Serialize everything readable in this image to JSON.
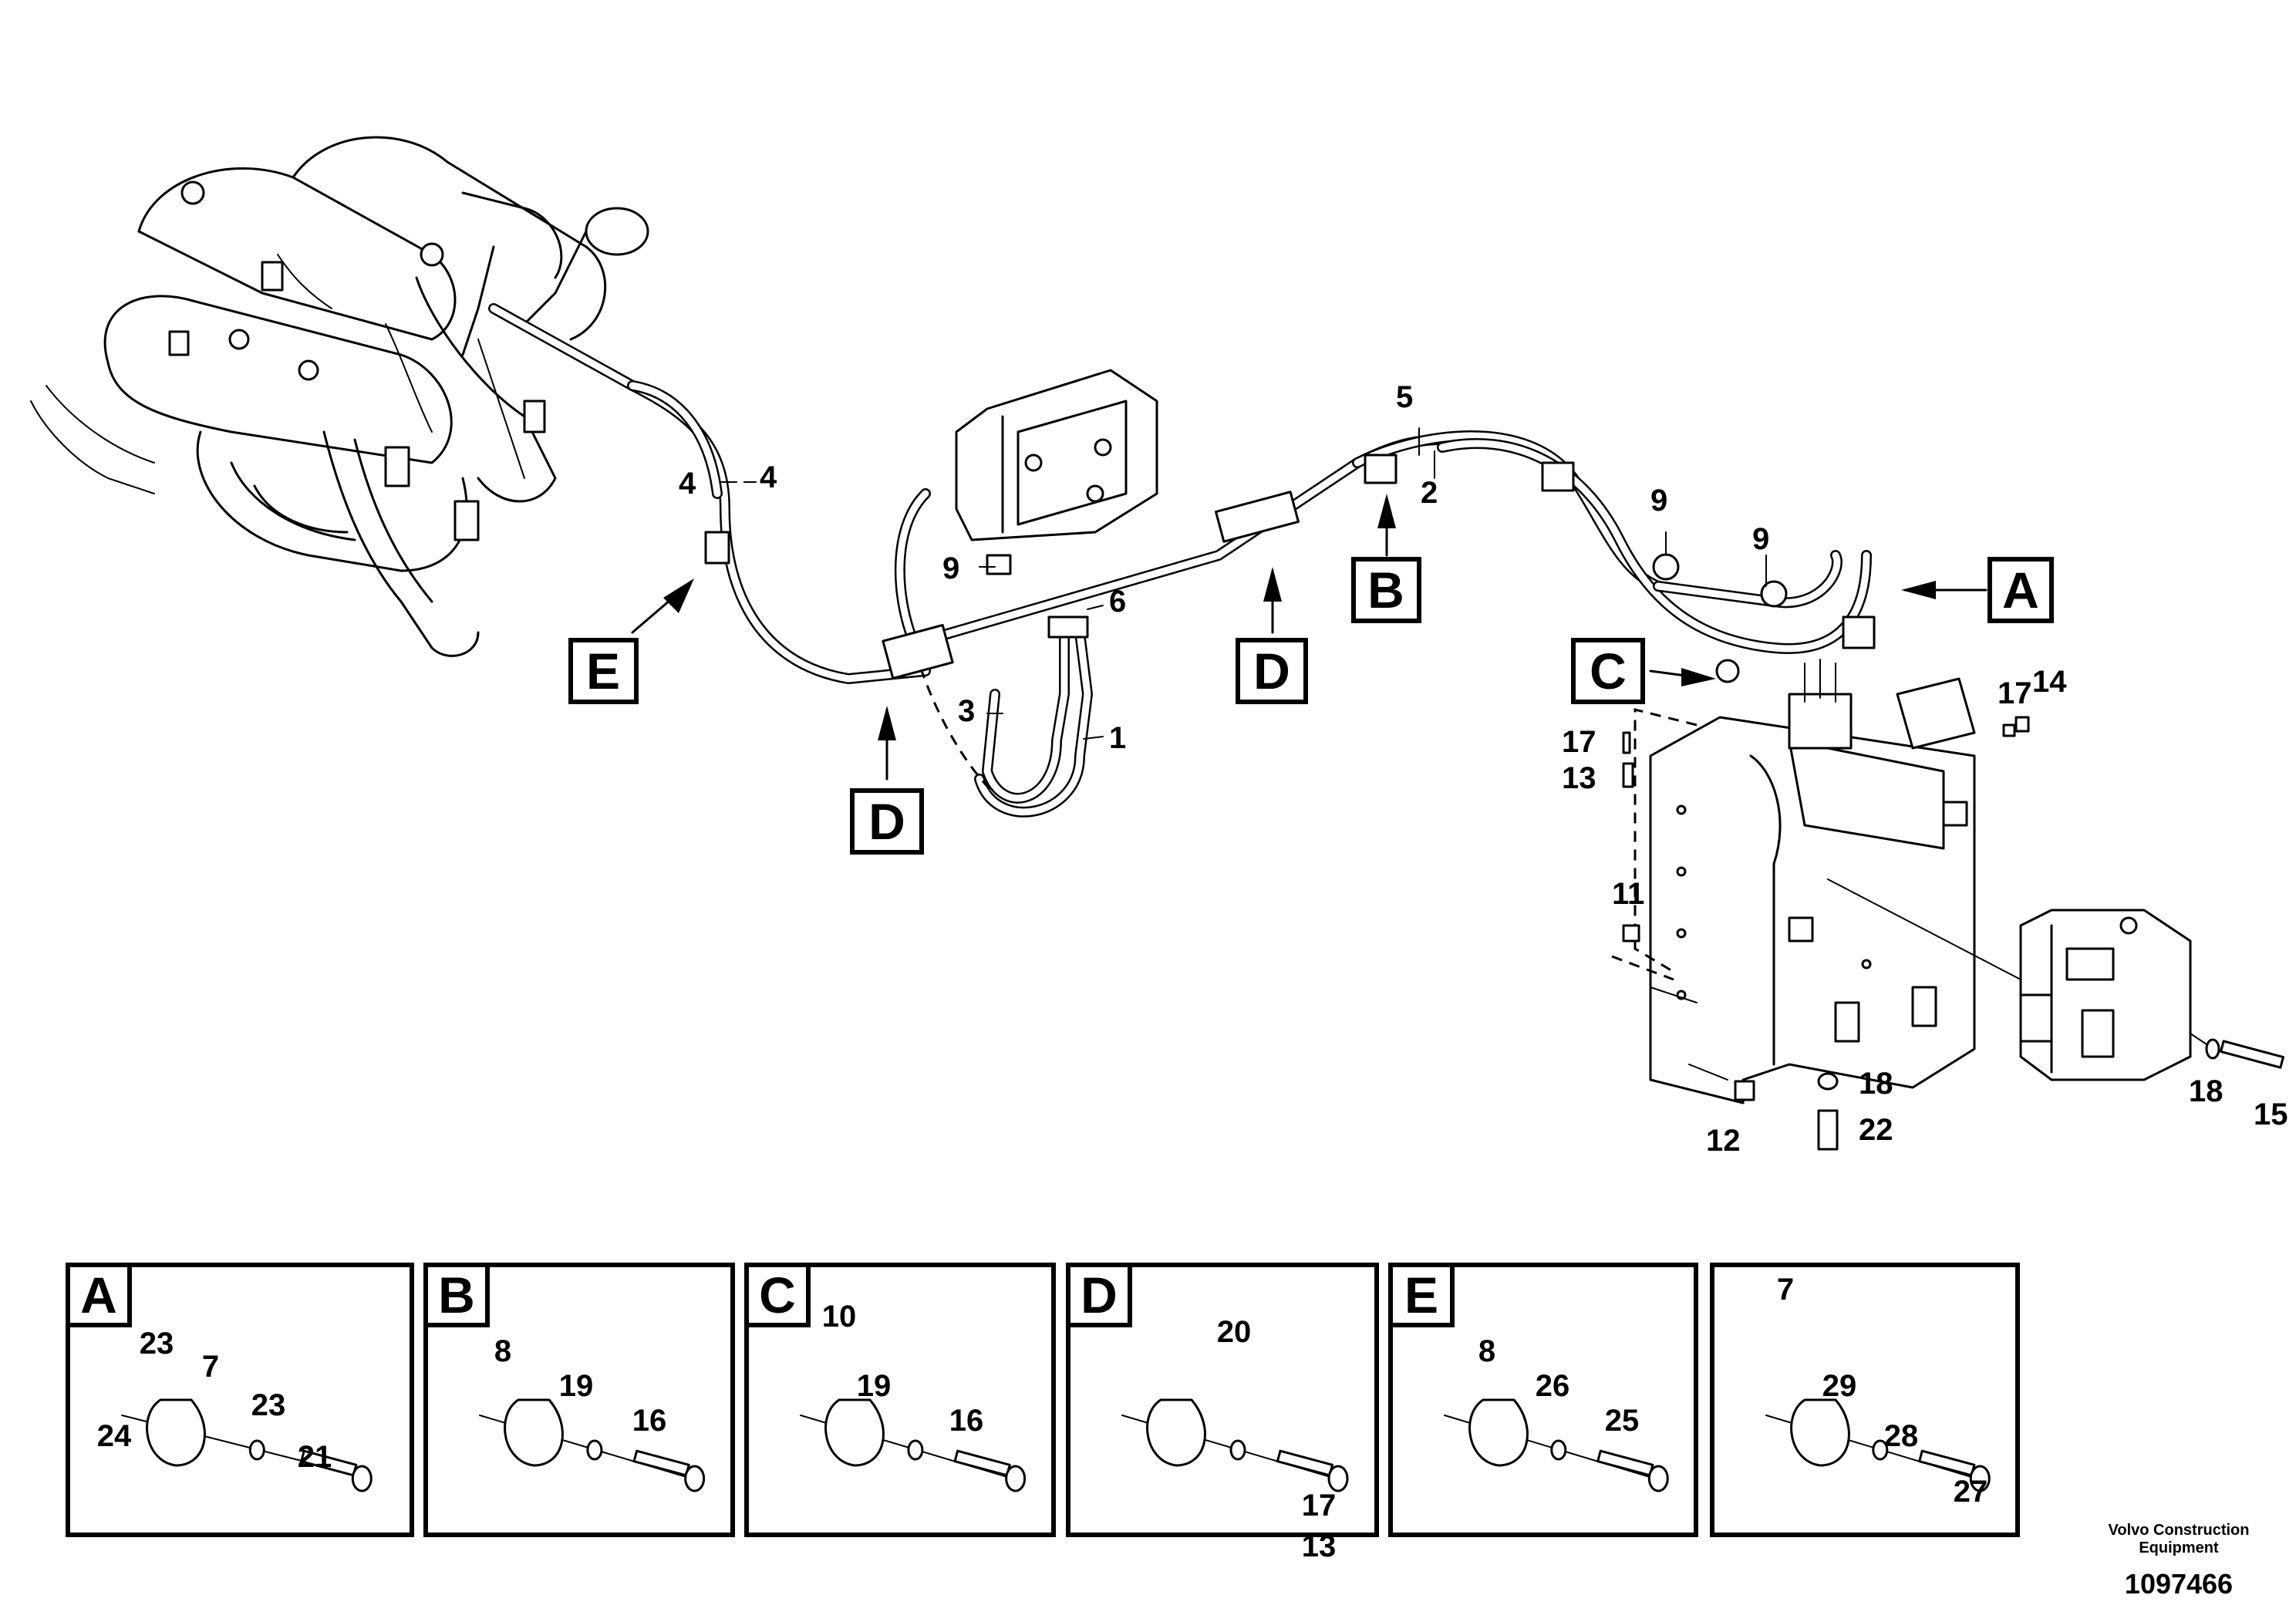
{
  "callout_boxes": {
    "A": "A",
    "B": "B",
    "C": "C",
    "D1": "D",
    "D2": "D",
    "E": "E"
  },
  "part_numbers": {
    "p1": "1",
    "p2": "2",
    "p3": "3",
    "p4a": "4",
    "p4b": "4",
    "p5": "5",
    "p6": "6",
    "p9a": "9",
    "p9b": "9",
    "p9c": "9",
    "p11": "11",
    "p12": "12",
    "p13": "13",
    "p14": "14",
    "p15": "15",
    "p17a": "17",
    "p17b": "17",
    "p18a": "18",
    "p18b": "18",
    "p22": "22"
  },
  "detail_panels": [
    {
      "letter": "A",
      "labels": [
        "23",
        "7",
        "23",
        "21",
        "24"
      ]
    },
    {
      "letter": "B",
      "labels": [
        "8",
        "19",
        "16"
      ]
    },
    {
      "letter": "C",
      "labels": [
        "10",
        "19",
        "16"
      ]
    },
    {
      "letter": "D",
      "labels": [
        "20",
        "17",
        "13"
      ]
    },
    {
      "letter": "E",
      "labels": [
        "8",
        "26",
        "25"
      ]
    },
    {
      "letter": "",
      "labels": [
        "7",
        "29",
        "28",
        "27"
      ]
    }
  ],
  "credit": {
    "line1": "Volvo Construction",
    "line2": "Equipment"
  },
  "doc_number": "1097466"
}
